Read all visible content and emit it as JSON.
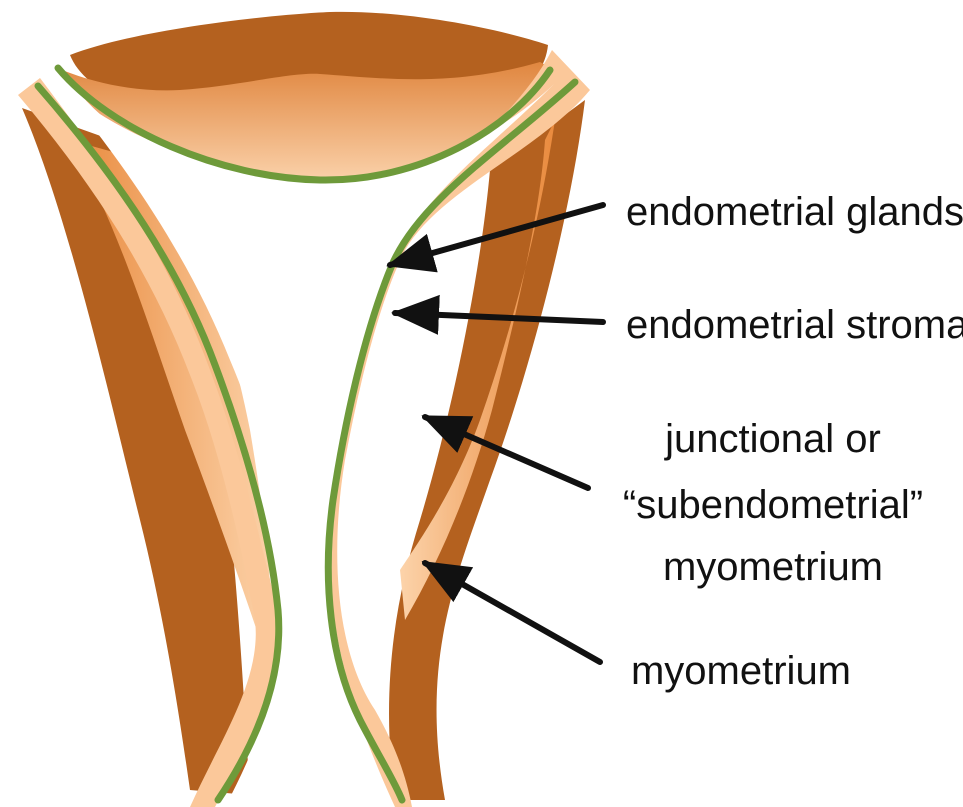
{
  "labels": {
    "glands": "endometrial glands",
    "stroma": "endometrial stroma",
    "junctional_line1": "junctional or",
    "junctional_line2": "“subendometrial”",
    "junctional_line3": "myometrium",
    "myometrium": "myometrium"
  },
  "colors": {
    "myometrium": "#B4611F",
    "junctional_zone": "#ED9A55",
    "stroma": "#FBC89A",
    "glands_line": "#6E9A3A",
    "cavity": "#FFFFFF",
    "arrow": "#111111",
    "text": "#111111"
  }
}
